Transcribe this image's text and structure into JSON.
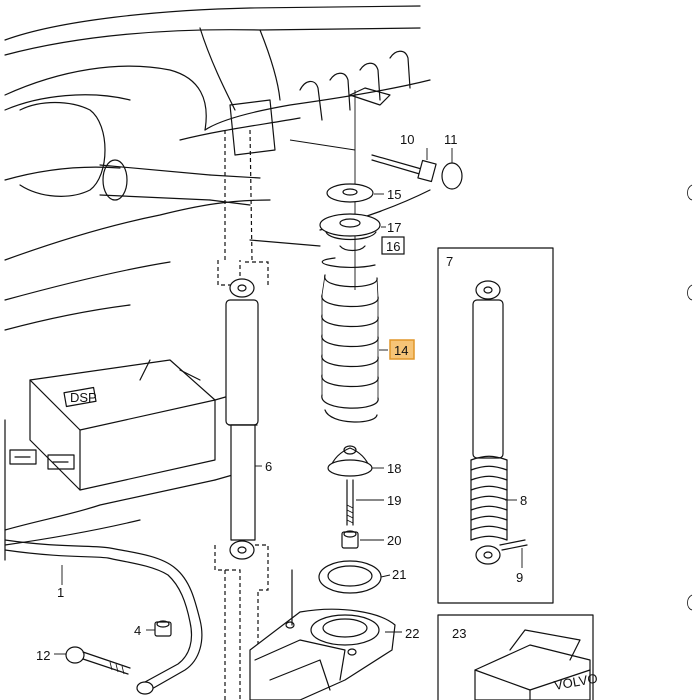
{
  "diagram": {
    "colors": {
      "line": "#111111",
      "highlight": "#f6c477",
      "highlight_border": "#e0962a",
      "background": "#ffffff"
    },
    "labels": {
      "l1": "1",
      "l4": "4",
      "l6": "6",
      "l7": "7",
      "l8": "8",
      "l9": "9",
      "l10": "10",
      "l11": "11",
      "l12": "12",
      "l14": "14",
      "l15": "15",
      "l16": "16",
      "l17": "17",
      "l18": "18",
      "l19": "19",
      "l20": "20",
      "l21": "21",
      "l22": "22",
      "l23": "23"
    },
    "highlighted_part": "14",
    "boxed_part": "16"
  }
}
